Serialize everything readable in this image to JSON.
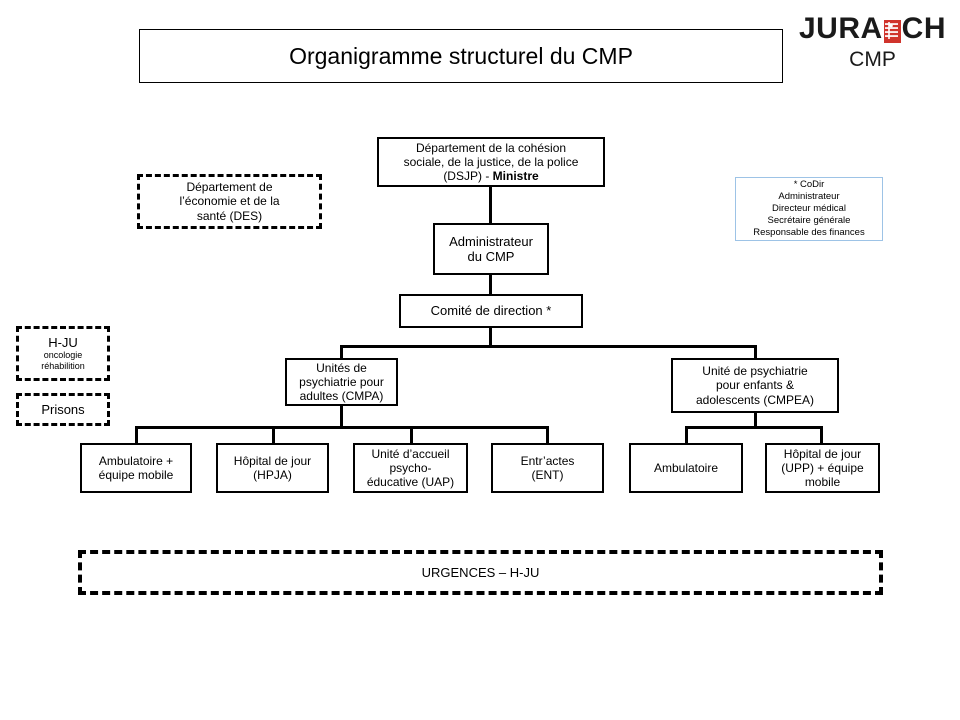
{
  "page": {
    "title": "Organigramme structurel du CMP",
    "background": "#ffffff",
    "line_color": "#000000"
  },
  "logo": {
    "word_left": "JURA",
    "word_right": "CH",
    "emblem_name": "jura-coat-of-arms",
    "emblem_color": "#d0342c",
    "subtitle": "CMP"
  },
  "legend": {
    "codir": {
      "border_color": "#9dc3e6",
      "lines": [
        "* CoDir",
        "Administrateur",
        "Directeur médical",
        "Secrétaire générale",
        "Responsable des finances"
      ]
    }
  },
  "chart_data": {
    "type": "org-chart",
    "title": "Organigramme structurel du CMP",
    "nodes": [
      {
        "id": "dsjp",
        "label": "Département de la cohésion sociale, de la justice, de la police (DSJP) - Ministre",
        "level": 0,
        "style": "solid"
      },
      {
        "id": "administrateur",
        "label": "Administrateur du CMP",
        "level": 1,
        "style": "solid"
      },
      {
        "id": "comite",
        "label": "Comité de direction *",
        "level": 2,
        "style": "solid"
      },
      {
        "id": "cmpa",
        "label": "Unités de psychiatrie pour adultes (CMPA)",
        "level": 3,
        "style": "solid"
      },
      {
        "id": "cmpea",
        "label": "Unité de psychiatrie pour enfants & adolescents (CMPEA)",
        "level": 3,
        "style": "solid"
      },
      {
        "id": "ambulatoire-mobile",
        "label": "Ambulatoire + équipe mobile",
        "level": 4,
        "parent": "cmpa",
        "style": "solid"
      },
      {
        "id": "hpja",
        "label": "Hôpital de jour (HPJA)",
        "level": 4,
        "parent": "cmpa",
        "style": "solid"
      },
      {
        "id": "uap",
        "label": "Unité d’accueil psycho-éducative (UAP)",
        "level": 4,
        "parent": "cmpa",
        "style": "solid"
      },
      {
        "id": "ent",
        "label": "Entr’actes (ENT)",
        "level": 4,
        "parent": "cmpa",
        "style": "solid"
      },
      {
        "id": "ambulatoire",
        "label": "Ambulatoire",
        "level": 4,
        "parent": "cmpea",
        "style": "solid"
      },
      {
        "id": "upp",
        "label": "Hôpital de jour (UPP) + équipe mobile",
        "level": 4,
        "parent": "cmpea",
        "style": "solid"
      },
      {
        "id": "des",
        "label": "Département de l’économie et de la santé (DES)",
        "style": "dashed"
      },
      {
        "id": "hju",
        "label": "H-JU",
        "sublabel": "oncologie\nréhabilition",
        "style": "dashed"
      },
      {
        "id": "prisons",
        "label": "Prisons",
        "style": "dashed"
      },
      {
        "id": "urgences",
        "label": "URGENCES – H-JU",
        "style": "dashed"
      }
    ],
    "edges": [
      {
        "from": "dsjp",
        "to": "administrateur"
      },
      {
        "from": "administrateur",
        "to": "comite"
      },
      {
        "from": "comite",
        "to": "cmpa"
      },
      {
        "from": "comite",
        "to": "cmpea"
      },
      {
        "from": "cmpa",
        "to": "ambulatoire-mobile"
      },
      {
        "from": "cmpa",
        "to": "hpja"
      },
      {
        "from": "cmpa",
        "to": "uap"
      },
      {
        "from": "cmpa",
        "to": "ent"
      },
      {
        "from": "cmpea",
        "to": "ambulatoire"
      },
      {
        "from": "cmpea",
        "to": "upp"
      }
    ]
  },
  "boxes": {
    "dsjp": {
      "line1": "Département de la cohésion",
      "line2": "sociale, de la justice, de la police",
      "line3_prefix": "(DSJP) - ",
      "line3_bold": "Ministre"
    },
    "administrateur": {
      "line1": "Administrateur",
      "line2": "du CMP"
    },
    "comite": {
      "line1": "Comité de direction *"
    },
    "cmpa": {
      "line1": "Unités de",
      "line2": "psychiatrie pour",
      "line3": "adultes (CMPA)"
    },
    "cmpea": {
      "line1": "Unité de psychiatrie",
      "line2": "pour enfants &",
      "line3": "adolescents (CMPEA)"
    },
    "ambulatoire_mobile": {
      "line1": "Ambulatoire +",
      "line2": "équipe mobile"
    },
    "hpja": {
      "line1": "Hôpital de jour",
      "line2": "(HPJA)"
    },
    "uap": {
      "line1": "Unité d’accueil",
      "line2": "psycho-",
      "line3": "éducative (UAP)"
    },
    "ent": {
      "line1": "Entr’actes",
      "line2": "(ENT)"
    },
    "ambulatoire": {
      "line1": "Ambulatoire"
    },
    "upp": {
      "line1": "Hôpital de jour",
      "line2": "(UPP) + équipe",
      "line3": "mobile"
    },
    "des": {
      "line1": "Département de",
      "line2": "l’économie et de la",
      "line3": "santé (DES)"
    },
    "hju": {
      "line1": "H-JU",
      "line2": "oncologie",
      "line3": "réhabilition"
    },
    "prisons": {
      "line1": "Prisons"
    },
    "urgences": {
      "line1": "URGENCES – H-JU"
    }
  }
}
